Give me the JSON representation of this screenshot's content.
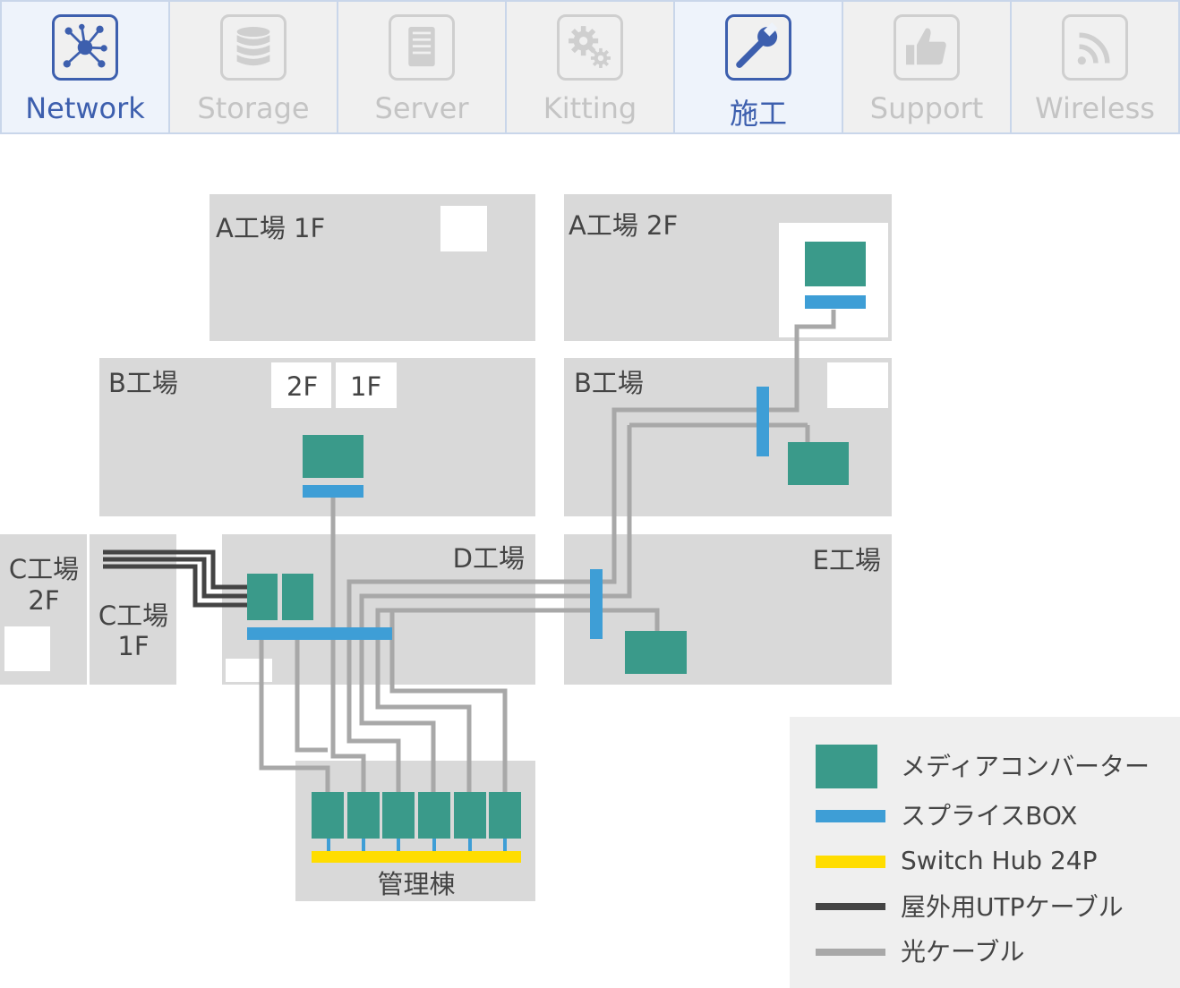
{
  "tabs": [
    {
      "label": "Network",
      "icon": "network-icon",
      "active": true
    },
    {
      "label": "Storage",
      "icon": "database-icon",
      "active": false
    },
    {
      "label": "Server",
      "icon": "server-icon",
      "active": false
    },
    {
      "label": "Kitting",
      "icon": "gears-icon",
      "active": false
    },
    {
      "label": "施工",
      "icon": "wrench-icon",
      "active": true
    },
    {
      "label": "Support",
      "icon": "thumbs-up-icon",
      "active": false
    },
    {
      "label": "Wireless",
      "icon": "rss-icon",
      "active": false
    }
  ],
  "diagram": {
    "buildings": {
      "a1": "A工場 1F",
      "a2": "A工場 2F",
      "b_left": "B工場",
      "b_left_2f": "2F",
      "b_left_1f": "1F",
      "b_right": "B工場",
      "c2_line1": "C工場",
      "c2_line2": "2F",
      "c1_line1": "C工場",
      "c1_line2": "1F",
      "d": "D工場",
      "e": "E工場",
      "admin": "管理棟"
    }
  },
  "legend": {
    "media_converter": "メディアコンバーター",
    "splice_box": "スプライスBOX",
    "switch_hub": "Switch Hub 24P",
    "utp_cable": "屋外用UTPケーブル",
    "fiber_cable": "光ケーブル"
  },
  "colors": {
    "accent": "#3d5fae",
    "tab_border": "#c9d6ea",
    "building": "#d9d9d9",
    "media_converter": "#3a9a8a",
    "splice_box": "#3e9ed6",
    "switch_hub": "#ffdd00",
    "utp_cable": "#444444",
    "fiber_cable": "#a8a8a8"
  }
}
